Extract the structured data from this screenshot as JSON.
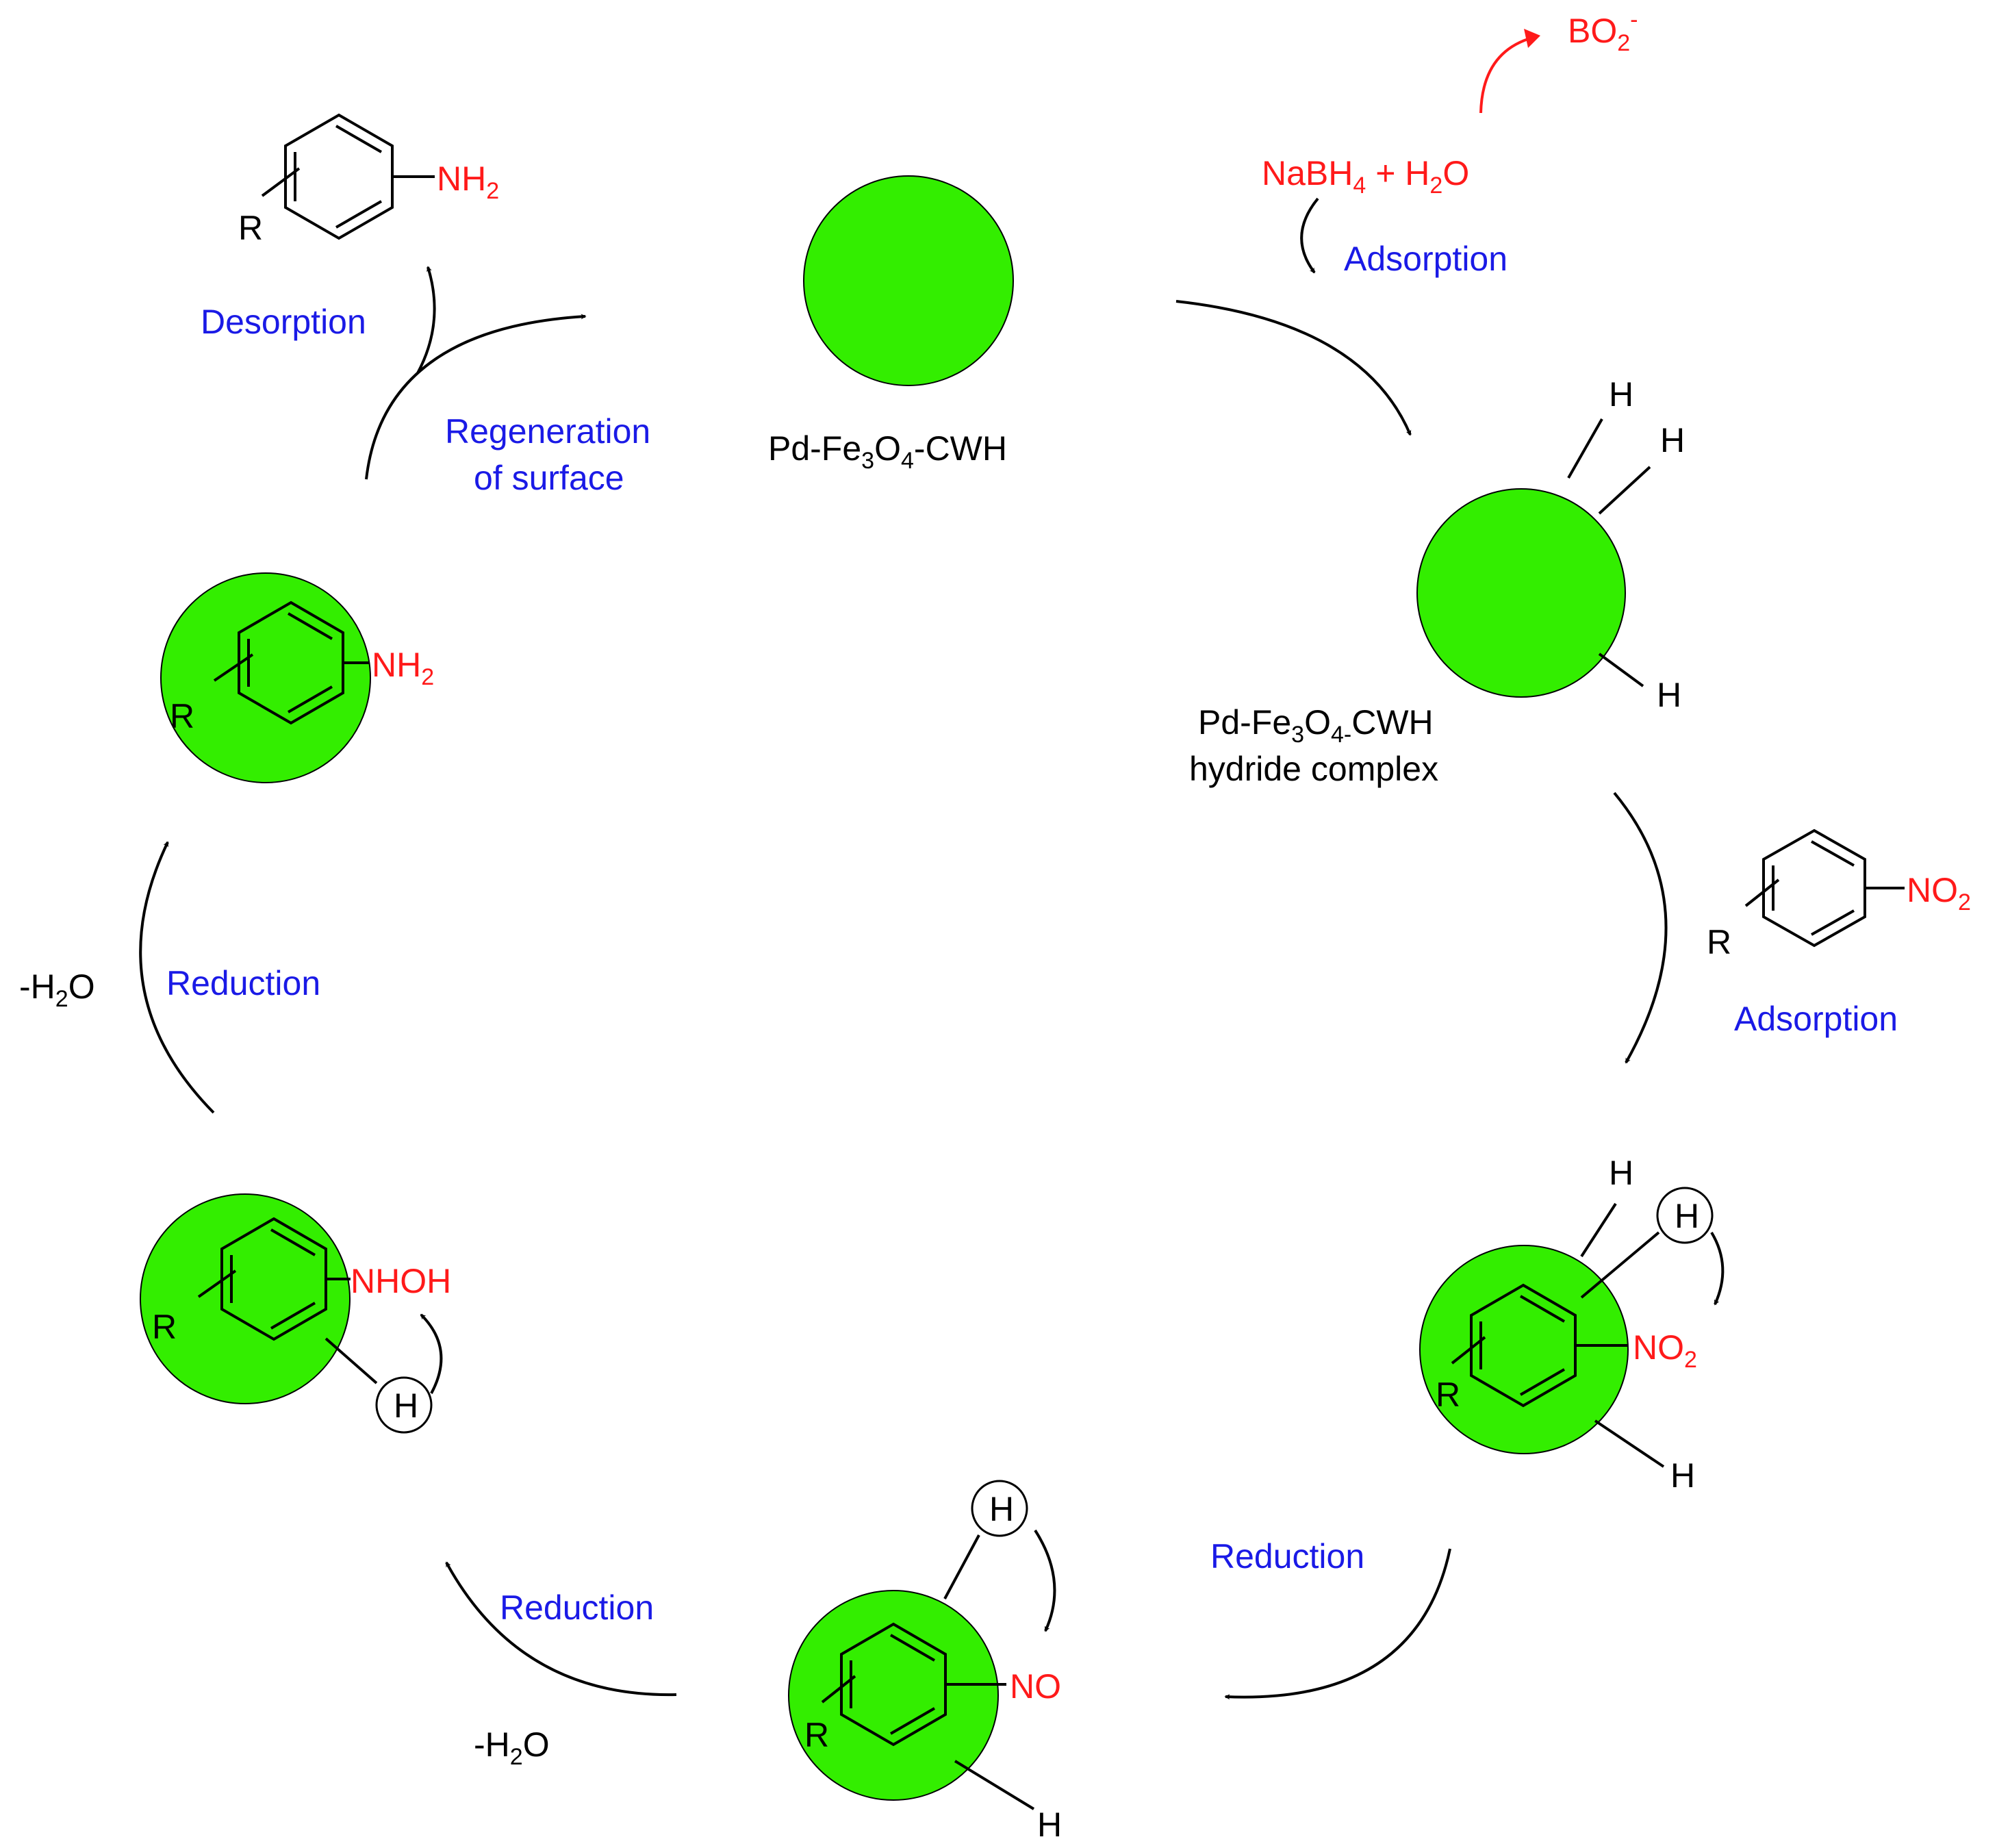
{
  "colors": {
    "catalyst_fill": "#33ee00",
    "step_label": "#1a1ae6",
    "reagent": "#ff1a1a",
    "text": "#000000"
  },
  "icons": [
    "benzene-ring-icon",
    "catalyst-sphere-icon",
    "curved-arrow-icon",
    "circled-hydrogen-icon"
  ],
  "steps": {
    "adsorption_top": "Adsorption",
    "adsorption_right": "Adsorption",
    "reduction_right": "Reduction",
    "reduction_bottom": "Reduction",
    "reduction_left": "Reduction",
    "regeneration_line1": "Regeneration",
    "regeneration_line2": "of surface",
    "desorption": "Desorption"
  },
  "species": {
    "catalyst": "Pd-Fe3O4-CWH",
    "hydride_line1": "Pd-Fe3O4-CWH",
    "hydride_line2": "hydride complex",
    "reagents": "NaBH4 + H2O",
    "byproduct": "BO2-",
    "water_loss_bottom": "-H2O",
    "water_loss_left": "-H2O"
  },
  "groups": {
    "r": "R",
    "h": "H",
    "nitro": "NO2",
    "nitroso": "NO",
    "hydroxylamine": "NHOH",
    "amine": "NH2"
  }
}
